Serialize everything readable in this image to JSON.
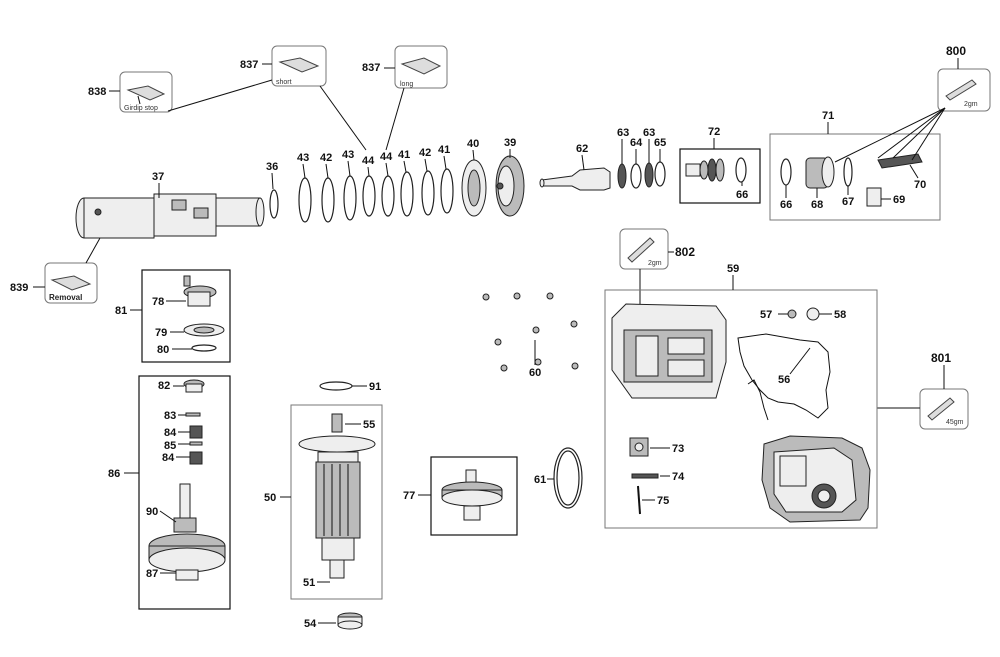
{
  "labels": {
    "p36": "36",
    "p37": "37",
    "p39": "39",
    "p40": "40",
    "p41a": "41",
    "p41b": "41",
    "p42a": "42",
    "p42b": "42",
    "p43a": "43",
    "p43b": "43",
    "p44a": "44",
    "p44b": "44",
    "p50": "50",
    "p51": "51",
    "p54": "54",
    "p55": "55",
    "p56": "56",
    "p57": "57",
    "p58": "58",
    "p59": "59",
    "p60": "60",
    "p61": "61",
    "p62": "62",
    "p63a": "63",
    "p63b": "63",
    "p64": "64",
    "p65": "65",
    "p66a": "66",
    "p66b": "66",
    "p67": "67",
    "p68": "68",
    "p69": "69",
    "p70": "70",
    "p71": "71",
    "p72": "72",
    "p73": "73",
    "p74": "74",
    "p75": "75",
    "p77": "77",
    "p78": "78",
    "p79": "79",
    "p80": "80",
    "p81": "81",
    "p82": "82",
    "p83": "83",
    "p84a": "84",
    "p84b": "84",
    "p85": "85",
    "p86": "86",
    "p87": "87",
    "p90": "90",
    "p91": "91",
    "p800": "800",
    "p801": "801",
    "p802": "802",
    "p837a": "837",
    "p837b": "837",
    "p838": "838",
    "p839": "839"
  },
  "captions": {
    "c838": "Girdip stop",
    "c837_short": "short",
    "c837_long": "long",
    "c839": "Removal",
    "c800": "2gm",
    "c802": "2gm",
    "c801": "45gm"
  },
  "icons": [
    "tool-icon-838",
    "tool-icon-837-short",
    "tool-icon-837-long",
    "tool-icon-839",
    "grease-icon-800",
    "grease-icon-802",
    "grease-icon-801"
  ]
}
